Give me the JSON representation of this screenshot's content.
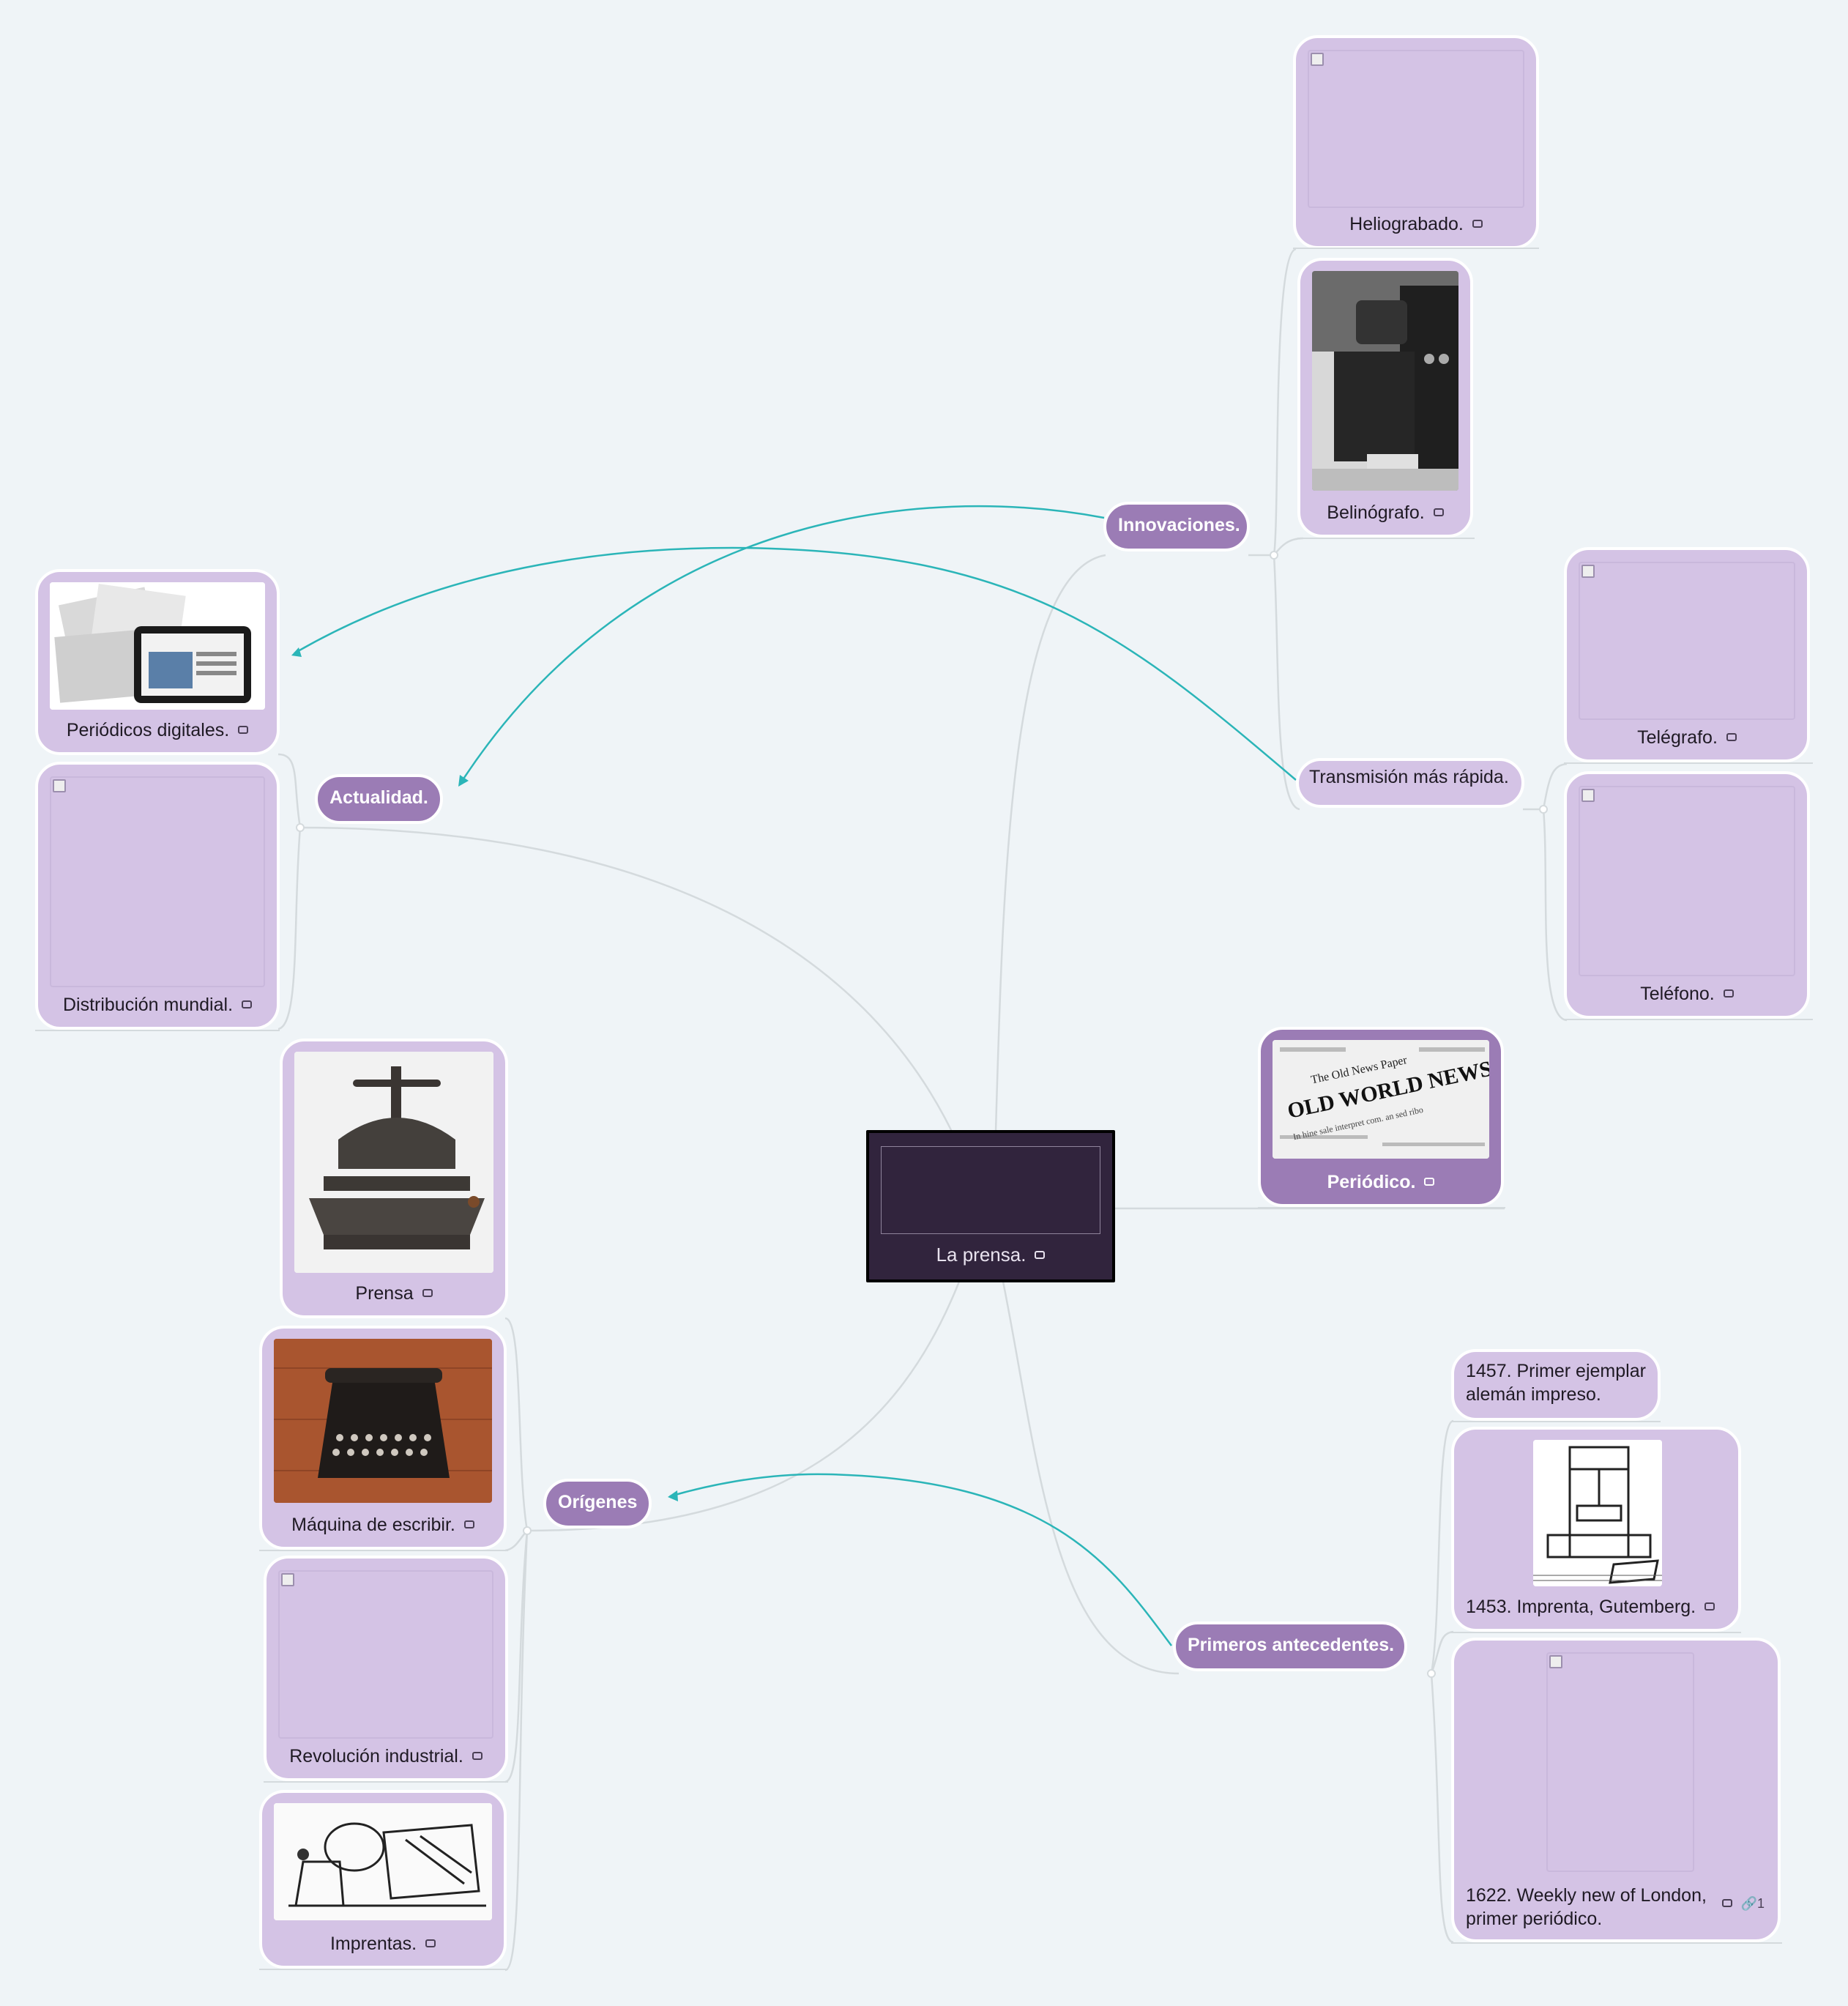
{
  "central": {
    "label": "La prensa.",
    "icon": "note-icon"
  },
  "branches": {
    "innovaciones": "Innovaciones.",
    "transmision": "Transmisión más rápida.",
    "actualidad": "Actualidad.",
    "origenes": "Orígenes",
    "primeros": "Primeros antecedentes."
  },
  "cards": {
    "heliograbado": "Heliograbado.",
    "belinografo": "Belinógrafo.",
    "telegrafo": "Telégrafo.",
    "telefono": "Teléfono.",
    "periodicos_digitales": "Periódicos digitales.",
    "distribucion": "Distribución mundial.",
    "periodico": "Periódico.",
    "prensa": "Prensa",
    "maquina": "Máquina de escribir.",
    "revolucion": "Revolución industrial.",
    "imprentas": "Imprentas.",
    "gutemberg": "1453. Imprenta, Gutemberg.",
    "weekly_line1": "1622. Weekly new of London,",
    "weekly_line2": "primer periódico.",
    "weekly_link_count": "1"
  },
  "notes": {
    "primer_ejemplar_line1": "1457. Primer ejemplar",
    "primer_ejemplar_line2": "alemán impreso."
  },
  "colors": {
    "background": "#eff4f7",
    "node_fill": "#d4c3e5",
    "branch_fill": "#9b7cb5",
    "central_fill": "#31243d",
    "relationship": "#2bb5b8",
    "connector": "#d4dadd"
  }
}
